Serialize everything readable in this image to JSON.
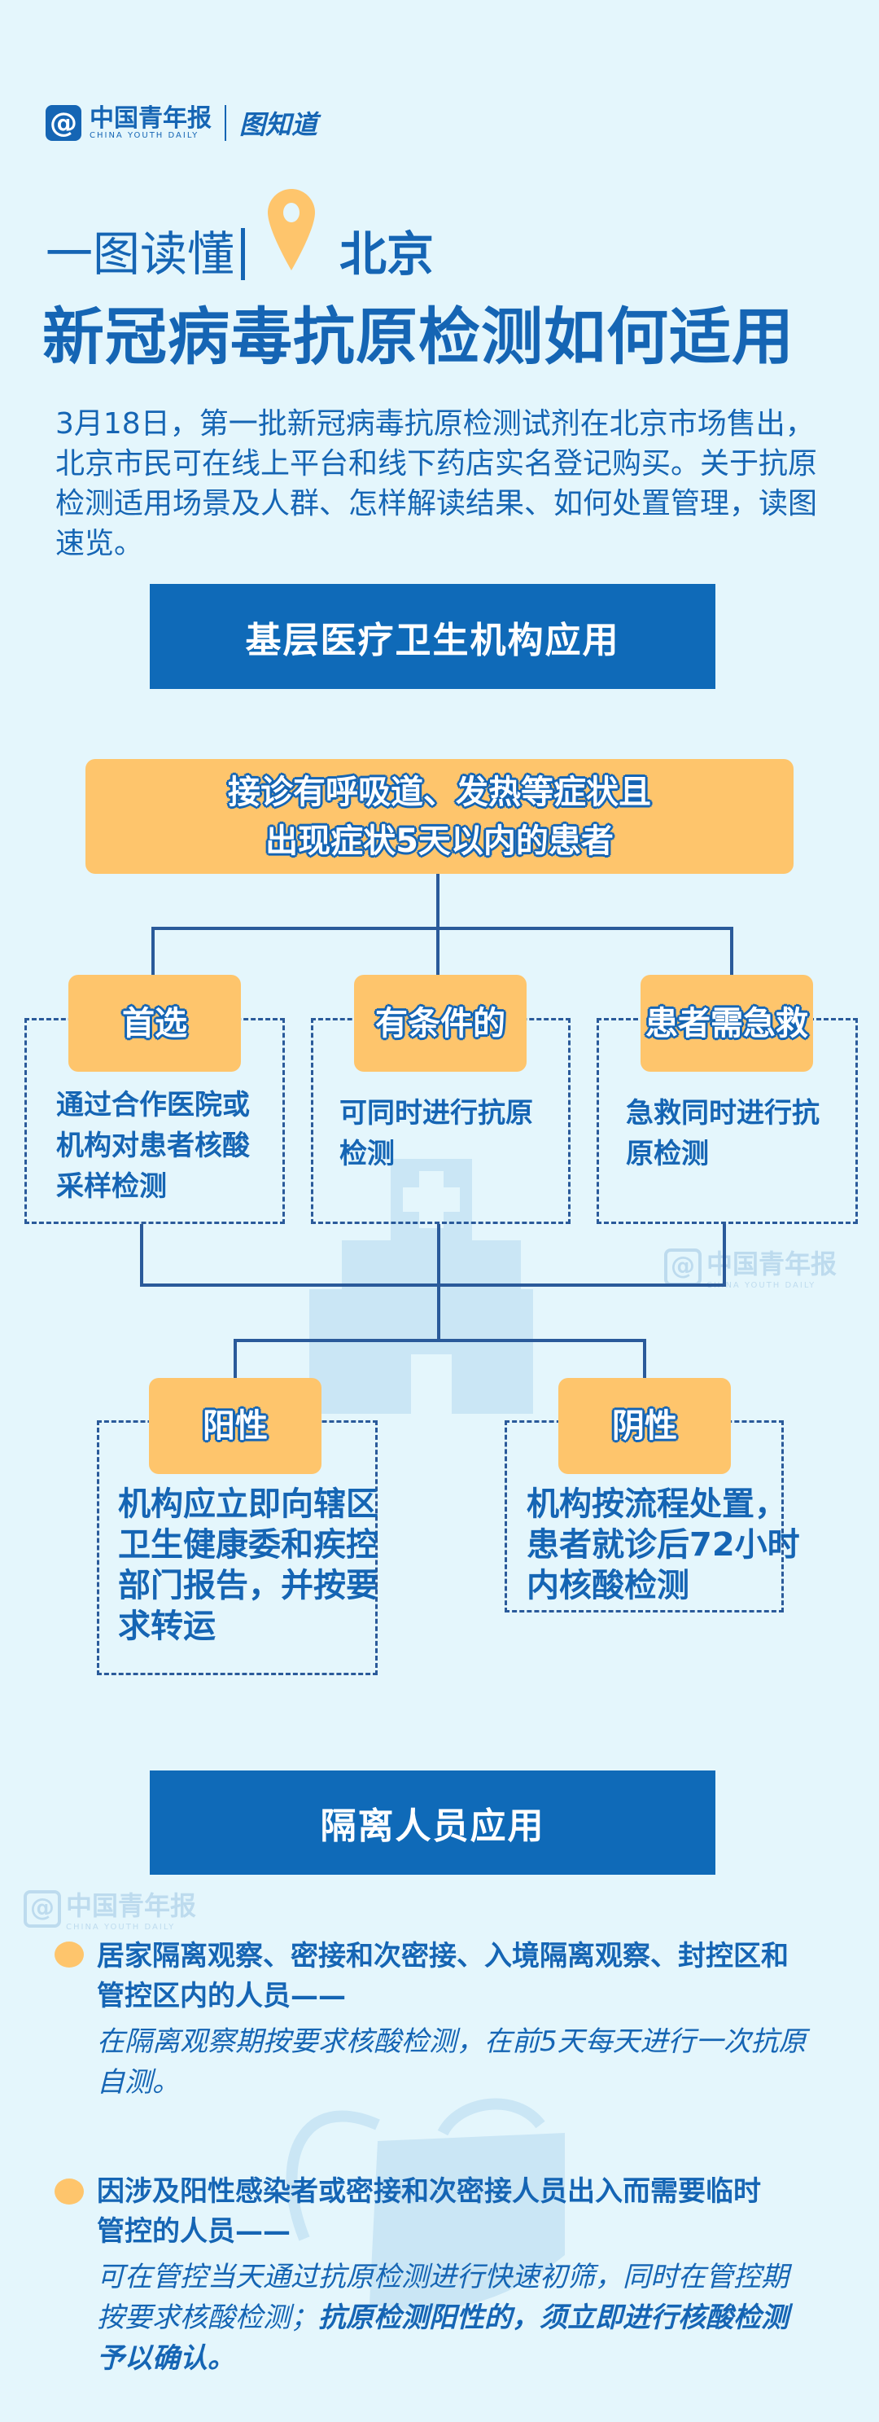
{
  "brand": {
    "logo_at": "@",
    "logo_cn": "中国青年报",
    "logo_en": "CHINA YOUTH DAILY",
    "column": "图知道"
  },
  "subtitle": {
    "left": "一图读懂",
    "city": "北京"
  },
  "title": "新冠病毒抗原检测如何适用",
  "intro": "3月18日，第一批新冠病毒抗原检测试剂在北京市场售出，北京市民可在线上平台和线下药店实名登记购买。关于抗原检测适用场景及人群、怎样解读结果、如何处置管理，读图速览。",
  "section1": {
    "header": "基层医疗卫生机构应用",
    "top_box": [
      "接诊有呼吸道、发热等症状且",
      "出现症状5天以内的患者"
    ],
    "options": [
      {
        "label": "首选",
        "lines": [
          "通过合作医院或",
          "机构对患者核酸",
          "采样检测"
        ]
      },
      {
        "label": "有条件的",
        "lines": [
          "可同时进行抗原",
          "检测"
        ]
      },
      {
        "label": "患者需急救",
        "lines": [
          "急救同时进行抗",
          "原检测"
        ]
      }
    ],
    "results": [
      {
        "label": "阳性",
        "lines": [
          "机构应立即向辖区",
          "卫生健康委和疾控",
          "部门报告，并按要",
          "求转运"
        ]
      },
      {
        "label": "阴性",
        "lines": [
          "机构按流程处置，",
          "患者就诊后72小时",
          "内核酸检测"
        ]
      }
    ]
  },
  "section2": {
    "header": "隔离人员应用",
    "items": [
      {
        "title_lines": [
          "居家隔离观察、密接和次密接、入境隔离观察、封控区和",
          "管控区内的人员——"
        ],
        "desc_lines": [
          "在隔离观察期按要求核酸检测，在前5天每天进行一次抗原",
          "自测。"
        ]
      },
      {
        "title_lines": [
          "因涉及阳性感染者或密接和次密接人员出入而需要临时",
          "管控的人员——"
        ],
        "desc_line1": "可在管控当天通过抗原检测进行快速初筛，同时在管控期",
        "desc_line2_plain": "按要求核酸检测；",
        "desc_line2_bold": "抗原检测阳性的，须立即进行核酸检测",
        "desc_line3_bold": "予以确认。"
      }
    ]
  },
  "colors": {
    "background": "#e4f6fc",
    "blue": "#0f6ab8",
    "orange": "#fec56c"
  }
}
